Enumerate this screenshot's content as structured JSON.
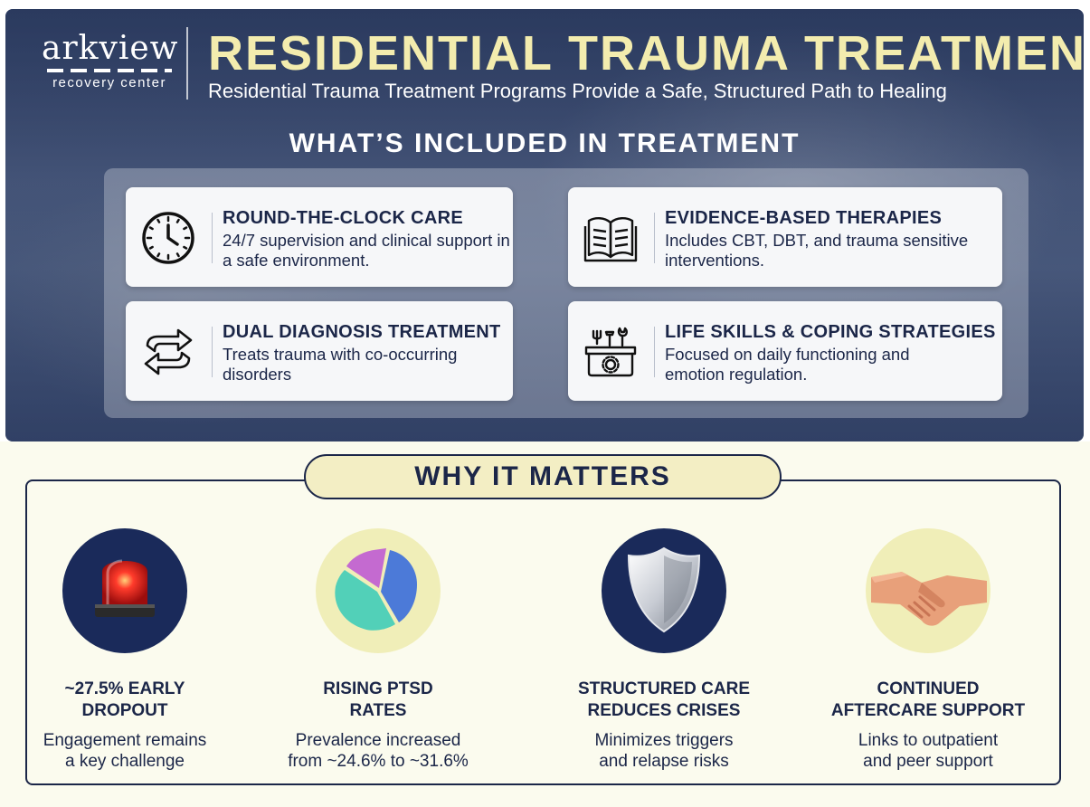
{
  "brand": {
    "name": "arkview",
    "sub": "recovery center"
  },
  "header": {
    "title": "RESIDENTIAL TRAUMA TREATMENT",
    "subtitle": "Residential Trauma Treatment Programs Provide a Safe, Structured Path to Healing"
  },
  "included": {
    "title": "WHAT’S INCLUDED IN TREATMENT",
    "cards": [
      {
        "icon": "clock-icon",
        "title": "ROUND-THE-CLOCK CARE",
        "desc": "24/7 supervision and clinical support in a safe environment."
      },
      {
        "icon": "book-icon",
        "title": "EVIDENCE-BASED THERAPIES",
        "desc": "Includes CBT, DBT, and trauma sensitive interventions."
      },
      {
        "icon": "arrows-exchange-icon",
        "title": "DUAL DIAGNOSIS TREATMENT",
        "desc": "Treats trauma with co-occurring disorders"
      },
      {
        "icon": "toolbox-icon",
        "title": "LIFE SKILLS & COPING STRATEGIES",
        "desc": "Focused on daily functioning and emotion regulation."
      }
    ]
  },
  "matters": {
    "title": "WHY IT MATTERS",
    "stats": [
      {
        "icon": "siren-icon",
        "title": "~27.5% EARLY\nDROPOUT",
        "desc": "Engagement remains\na key challenge"
      },
      {
        "icon": "pie-chart-icon",
        "title": "RISING PTSD\nRATES",
        "desc": "Prevalence increased\nfrom ~24.6% to ~31.6%"
      },
      {
        "icon": "shield-icon",
        "title": "STRUCTURED CARE\nREDUCES CRISES",
        "desc": "Minimizes triggers\nand relapse risks"
      },
      {
        "icon": "handshake-icon",
        "title": "CONTINUED\nAFTERCARE SUPPORT",
        "desc": "Links to outpatient\nand peer support"
      }
    ]
  },
  "colors": {
    "navy": "#1b2648",
    "title_yellow": "#f3ecae",
    "pill_bg": "#f3eec4"
  }
}
